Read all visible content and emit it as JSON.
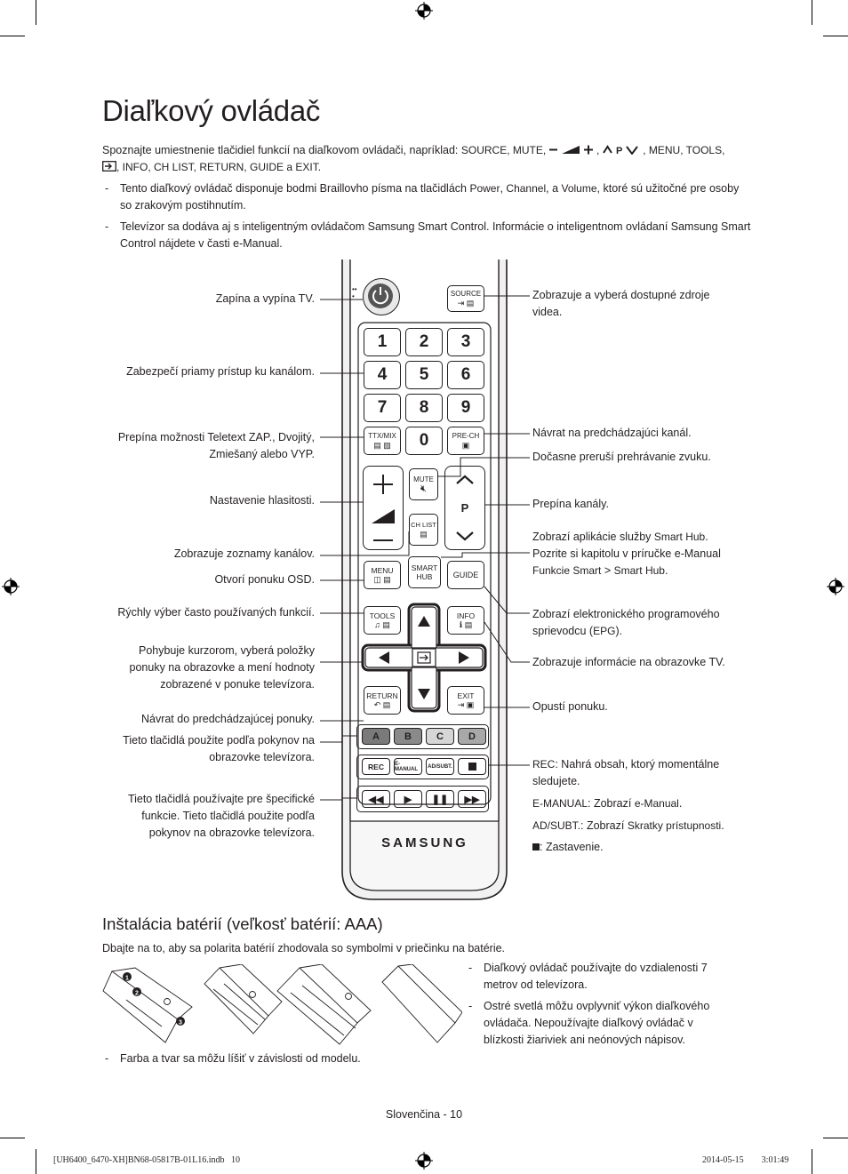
{
  "page_title": "Diaľkový ovládač",
  "intro": {
    "text": "Spoznajte umiestnenie tlačidiel funkcií na diaľkovom ovládači, napríklad: ",
    "keys1": "SOURCE, MUTE, ",
    "keys2": "MENU, TOOLS,",
    "keys3": ", INFO, CH LIST, RETURN, GUIDE a EXIT."
  },
  "bullets": [
    {
      "pre": "Tento diaľkový ovládač disponuje bodmi Braillovho písma na tlačidlách ",
      "b1": "Power",
      "m1": ", ",
      "b2": "Channel",
      "m2": ", a ",
      "b3": "Volume",
      "post": ", ktoré sú užitočné pre osoby so zrakovým postihnutím."
    },
    {
      "text": "Televízor sa dodáva aj s inteligentným ovládačom Samsung Smart Control. Informácie o inteligentnom ovládaní Samsung Smart Control nájdete v časti e-Manual."
    }
  ],
  "left_labels": [
    "Zapína a vypína TV.",
    "Zabezpečí priamy prístup ku kanálom.",
    "Prepína možnosti Teletext ZAP., Dvojitý, Zmiešaný alebo VYP.",
    "Nastavenie hlasitosti.",
    "Zobrazuje zoznamy kanálov.",
    "Otvorí ponuku OSD.",
    "Rýchly výber často používaných funkcií.",
    "Pohybuje kurzorom, vyberá položky ponuky na obrazovke a mení hodnoty zobrazené v ponuke televízora.",
    "Návrat do predchádzajúcej ponuky.",
    "Tieto tlačidlá použite podľa pokynov na obrazovke televízora.",
    "Tieto tlačidlá používajte pre špecifické funkcie. Tieto tlačidlá použite podľa pokynov na obrazovke televízora."
  ],
  "right_labels": {
    "source": "Zobrazuje a vyberá dostupné zdroje videa.",
    "prech": "Návrat na predchádzajúci kanál.",
    "mute": "Dočasne preruší prehrávanie zvuku.",
    "channel": "Prepína kanály.",
    "smarthub_1": "Zobrazí aplikácie služby ",
    "smarthub_b1": "Smart Hub",
    "smarthub_2": ". Pozrite si kapitolu v príručke e-Manual ",
    "smarthub_b2": "Funkcie Smart",
    "smarthub_3": " > ",
    "smarthub_b3": "Smart Hub",
    "smarthub_4": ".",
    "guide_1": "Zobrazí elektronického programového sprievodcu (",
    "guide_b": "EPG",
    "guide_2": ").",
    "info": "Zobrazuje informácie na obrazovke TV.",
    "exit": "Opustí ponuku.",
    "rec_b": "REC",
    "rec": ": Nahrá obsah, ktorý momentálne sledujete.",
    "emanual_b": "E-MANUAL",
    "emanual": ": Zobrazí ",
    "emanual_b2": "e-Manual",
    "emanual_end": ".",
    "adsubt_b": "AD/SUBT.",
    "adsubt": ": Zobrazí ",
    "adsubt_b2": "Skratky prístupnosti",
    "adsubt_end": ".",
    "stop": ": Zastavenie."
  },
  "remote": {
    "brand": "SAMSUNG",
    "digits": [
      "1",
      "2",
      "3",
      "4",
      "5",
      "6",
      "7",
      "8",
      "9",
      "0"
    ],
    "source": "SOURCE",
    "ttx": "TTX/MIX",
    "prech": "PRE-CH",
    "mute": "MUTE",
    "chlist": "CH LIST",
    "p": "P",
    "menu": "MENU",
    "smart": "SMART",
    "hub": "HUB",
    "guide": "GUIDE",
    "tools": "TOOLS",
    "info": "INFO",
    "return": "RETURN",
    "exit": "EXIT",
    "colors": [
      "A",
      "B",
      "C",
      "D"
    ],
    "rec": "REC",
    "emanual": "E-MANUAL",
    "adsubt": "AD/SUBT."
  },
  "battery": {
    "heading": "Inštalácia batérií (veľkosť batérií: AAA)",
    "note": "Dbajte na to, aby sa polarita batérií zhodovala so symbolmi v priečinku na batérie.",
    "steps": [
      "1",
      "2",
      "3"
    ],
    "right_bullets": [
      "Diaľkový ovládač používajte do vzdialenosti 7 metrov od televízora.",
      "Ostré svetlá môžu ovplyvniť výkon diaľkového ovládača. Nepoužívajte diaľkový ovládač v blízkosti žiariviek ani neónových nápisov."
    ],
    "bottom_note": "Farba a tvar sa môžu líšiť v závislosti od modelu."
  },
  "footer": {
    "page": "Slovenčina - 10",
    "file": "[UH6400_6470-XH]BN68-05817B-01L16.indb   10",
    "date": "2014-05-15     3:01:49"
  }
}
